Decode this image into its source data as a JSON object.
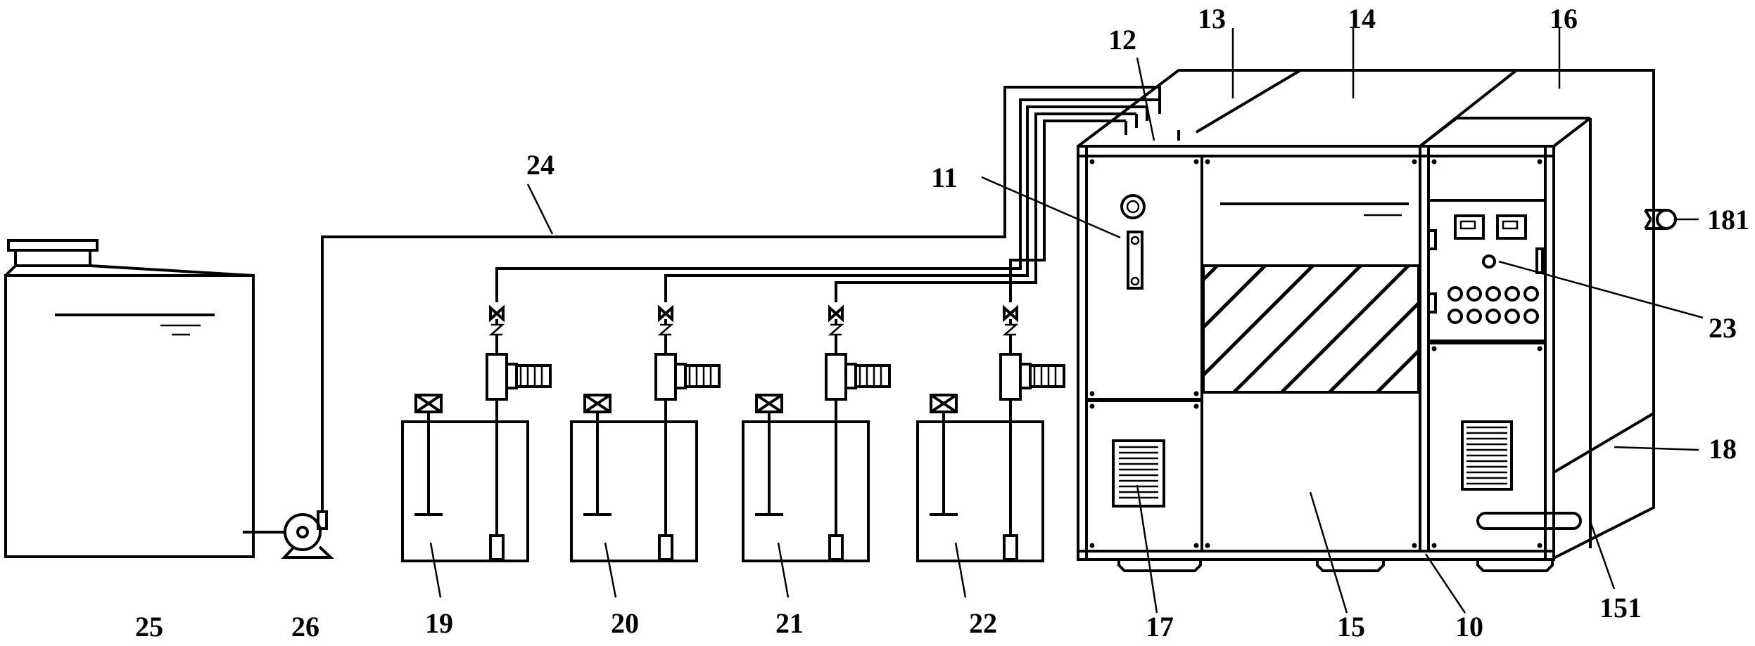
{
  "labels": {
    "l10": "10",
    "l11": "11",
    "l12": "12",
    "l13": "13",
    "l14": "14",
    "l15": "15",
    "l151": "151",
    "l16": "16",
    "l17": "17",
    "l18": "18",
    "l181": "181",
    "l19": "19",
    "l20": "20",
    "l21": "21",
    "l22": "22",
    "l23": "23",
    "l24": "24",
    "l25": "25",
    "l26": "26"
  },
  "colors": {
    "stroke": "#000000",
    "background": "#ffffff"
  }
}
